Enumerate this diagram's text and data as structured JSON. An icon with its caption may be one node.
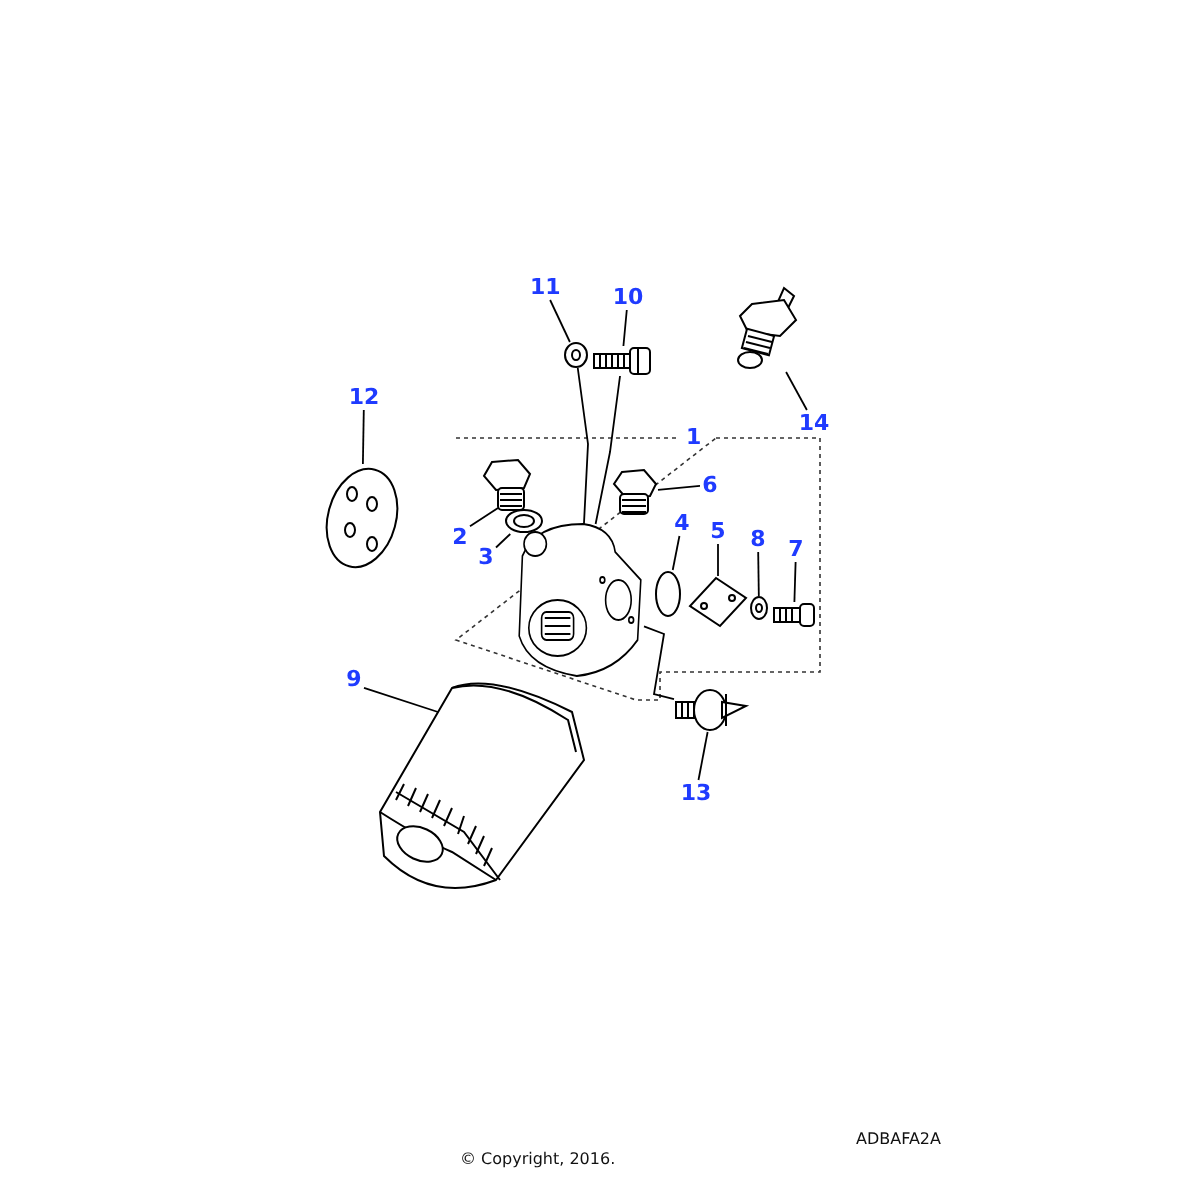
{
  "diagram": {
    "nodes": [
      {
        "text": [
          "11"
        ]
      },
      {
        "text": [
          "10"
        ]
      },
      {
        "text": [
          "12"
        ]
      },
      {
        "text": [
          "14"
        ]
      },
      {
        "text": [
          "6"
        ]
      },
      {
        "text": [
          "4"
        ]
      },
      {
        "text": [
          "2"
        ]
      },
      {
        "text": [
          "5"
        ]
      },
      {
        "text": [
          "8"
        ]
      },
      {
        "text": [
          "7"
        ]
      },
      {
        "text": [
          "3"
        ]
      },
      {
        "text": [
          "9"
        ]
      },
      {
        "text": [
          "13"
        ]
      },
      {
        "text": [],
        "shape": "picture"
      },
      {
        "text": [],
        "shape": "picture"
      },
      {
        "text": [],
        "shape": "picture"
      },
      {
        "text": [],
        "shape": "picture"
      },
      {
        "text": [],
        "shape": "picture"
      },
      {
        "text": [],
        "shape": "circle"
      },
      {
        "text": [],
        "shape": "picture"
      },
      {
        "text": [],
        "shape": "picture"
      },
      {
        "text": [],
        "shape": "picture"
      },
      {
        "text": [],
        "shape": "picture"
      },
      {
        "text": [],
        "shape": "picture"
      },
      {
        "text": [],
        "shape": "picture"
      },
      {
        "text": [],
        "shape": "picture"
      },
      {
        "text": [],
        "shape": "picture"
      }
    ],
    "edges": [
      {
        "from": 0,
        "to": 13,
        "arrow": "none"
      },
      {
        "from": 1,
        "to": 14,
        "arrow": "none"
      },
      {
        "from": 2,
        "to": 15,
        "arrow": "none"
      },
      {
        "from": 3,
        "to": 16,
        "arrow": "none"
      },
      {
        "from": 4,
        "to": 17,
        "arrow": "none"
      },
      {
        "from": 5,
        "to": 18,
        "arrow": "none"
      },
      {
        "from": 6,
        "to": 19,
        "arrow": "none"
      },
      {
        "from": 7,
        "to": 20,
        "arrow": "none"
      },
      {
        "from": 8,
        "to": 21,
        "arrow": "none"
      },
      {
        "from": 9,
        "to": 22,
        "arrow": "none"
      },
      {
        "from": 10,
        "to": 23,
        "arrow": "none"
      },
      {
        "from": 11,
        "to": 24,
        "arrow": "none"
      },
      {
        "from": 12,
        "to": 25,
        "arrow": "none"
      },
      {
        "from": 13,
        "to": 26,
        "arrow": "none"
      },
      {
        "from": 14,
        "to": 26,
        "arrow": "none"
      },
      {
        "from": 26,
        "to": 25,
        "arrow": "none"
      }
    ],
    "labels": [
      "1",
      "ADBAFA2A",
      "© Copyright, 2016."
    ]
  }
}
